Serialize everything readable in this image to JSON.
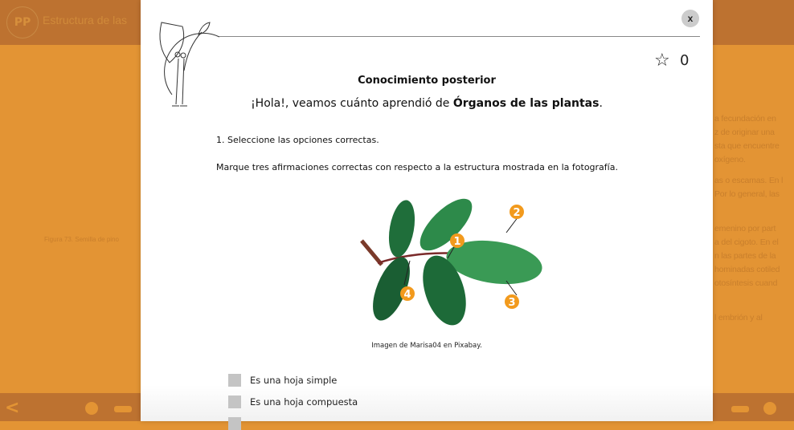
{
  "background": {
    "logo": "PP",
    "title": "Estructura de las",
    "figure_caption": "Figura 73. Semilla de pino",
    "right_text": [
      [
        "a fecundación en",
        "z de originar una",
        "sta que encuentre",
        "oxígeno."
      ],
      [
        "as o escamas. En l",
        "Por lo general, las"
      ],
      [
        "emenino por part",
        "a del cigoto. En el",
        "n las partes de la",
        "hominadas cotiled",
        "otosíntesis cuand"
      ],
      [
        "l embrión y al"
      ]
    ],
    "back_icon": "chevron-left-icon"
  },
  "colors": {
    "orange": "#e39434",
    "dark_orange": "#bd7230",
    "marker": "#f29a1d"
  },
  "modal": {
    "close_label": "x",
    "score": "0",
    "heading": "Conocimiento posterior",
    "sub_prefix": "¡Hola!, veamos cuánto aprendió de ",
    "sub_topic": "Órganos de las plantas",
    "sub_suffix": ".",
    "question_title": "1. Seleccione las opciones correctas.",
    "question_text": "Marque tres afirmaciones correctas con respecto a la estructura mostrada en la fotografía.",
    "markers": [
      "1",
      "2",
      "3",
      "4"
    ],
    "image_credit": "Imagen de Marisa04 en Pixabay.",
    "options": [
      "Es una hoja simple",
      "Es una hoja compuesta",
      ""
    ]
  }
}
